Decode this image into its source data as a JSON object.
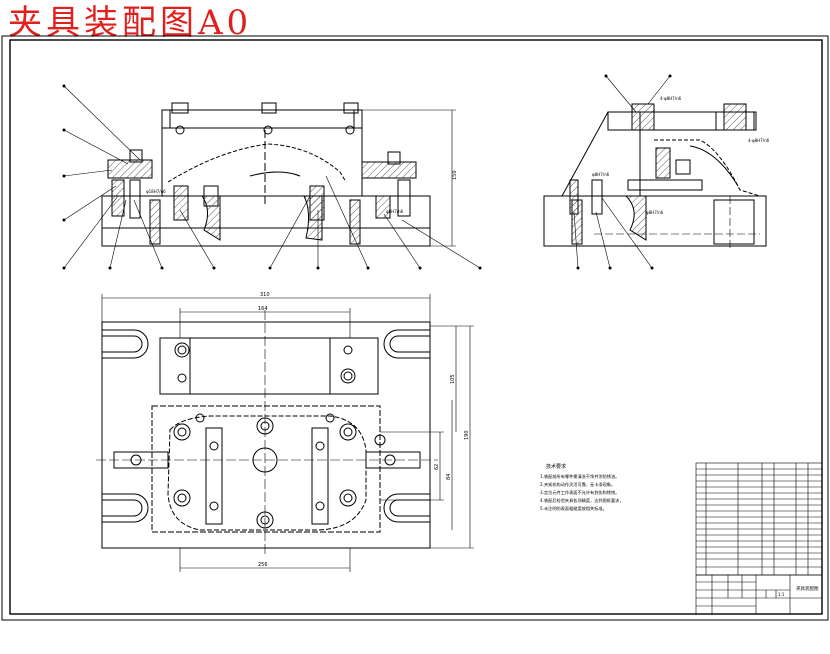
{
  "drawing": {
    "title": "夹具装配图A0",
    "title_color": "#e0201c",
    "line_color": "#000000",
    "hatch_color": "#333333"
  },
  "front_view": {
    "dim_height": "150",
    "fit_labels": [
      "φ18H7/n6",
      "φ8H7/n6"
    ]
  },
  "side_view": {
    "fit_labels": [
      "4-φ8H7/n6",
      "4-φ8H7/n6",
      "φ8H7/n6",
      "φ8H7/n6"
    ]
  },
  "top_view": {
    "dim_overall_width": "310",
    "dim_inner_width": "164",
    "dim_bottom_width": "256",
    "dim_right_1": "105",
    "dim_right_2": "190",
    "dim_right_3": "62",
    "dim_right_4": "84"
  },
  "technical_requirements": {
    "heading": "技术要求",
    "lines": [
      "1.装配前所有零件需清洗干净并涂防锈油。",
      "2.夹紧机构动作灵活可靠，无卡滞现象。",
      "3.定位元件工作表面不允许有划伤和锈蚀。",
      "4.装配后检验夹具各项精度，达到图纸要求，",
      "5.未注明的表面粗糙度按相关标准。"
    ]
  },
  "title_block": {
    "name": "夹具装配图",
    "scale": "1:1"
  }
}
